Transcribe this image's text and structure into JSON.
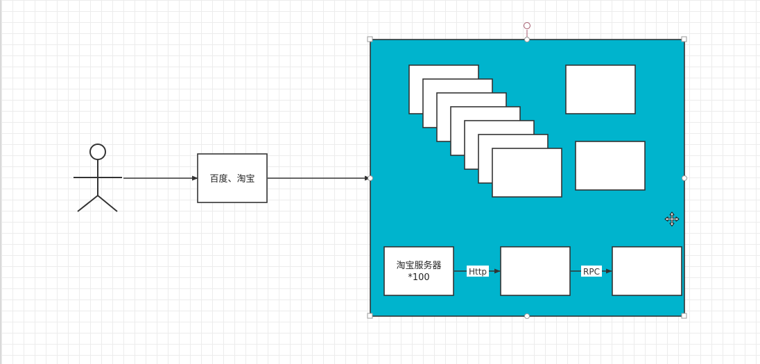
{
  "colors": {
    "container_fill": "#00b4cd",
    "edge": "#333333",
    "box_fill": "#ffffff",
    "handle": "#9a9a9a",
    "rotate_handle": "#a35a6c"
  },
  "nodes": {
    "gateway": {
      "label": "百度、淘宝"
    },
    "taobao_server": {
      "line1": "淘宝服务器",
      "line2": "*100"
    }
  },
  "edges": {
    "http": {
      "label": "Http"
    },
    "rpc": {
      "label": "RPC"
    }
  },
  "cursor": {
    "icon": "move-cursor-icon"
  }
}
